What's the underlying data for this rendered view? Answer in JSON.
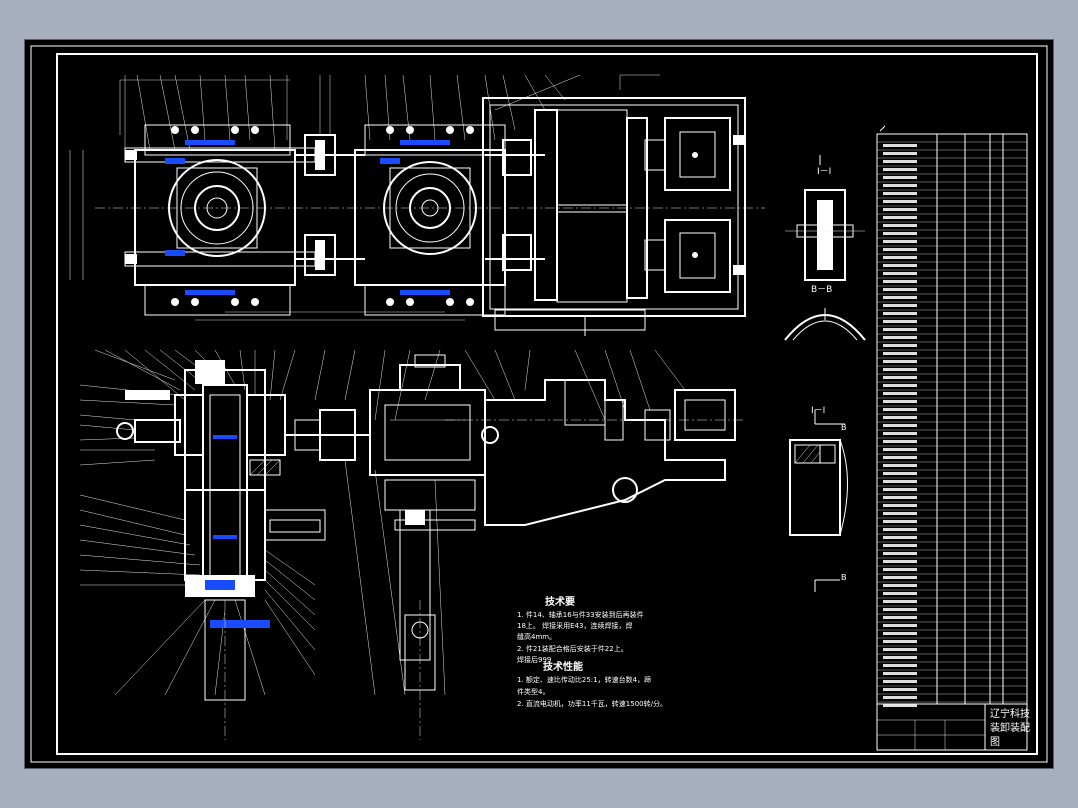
{
  "notes": {
    "heading": "技术要",
    "line1": "1. 件14、轴承16与件33安装到后再装件",
    "line2": "18上。    焊接采用E43，连续焊接，焊",
    "line3": "缝高4mm。",
    "line4": "2. 件21装配合格后安装于件22上。",
    "line5": "焊接后999",
    "perf_heading": "技术性能",
    "line6": "1. 额定、速比传动比25:1，转速台数4，蹄",
    "line7": "件类型4。",
    "line8": "2. 直流电动机，功率11千瓦，转速1500转/分。"
  },
  "section_labels": {
    "aa": "I－I",
    "bb": "I－I",
    "b_cut": "B－B",
    "b_arrow": "B"
  },
  "title_block": {
    "line1": "辽宁科技",
    "line2": "装卸装配",
    "line3": "图"
  },
  "colors": {
    "paper": "#000000",
    "frame": "#ffffff",
    "accent": "#1a4cff",
    "window": "#a7afbf"
  }
}
